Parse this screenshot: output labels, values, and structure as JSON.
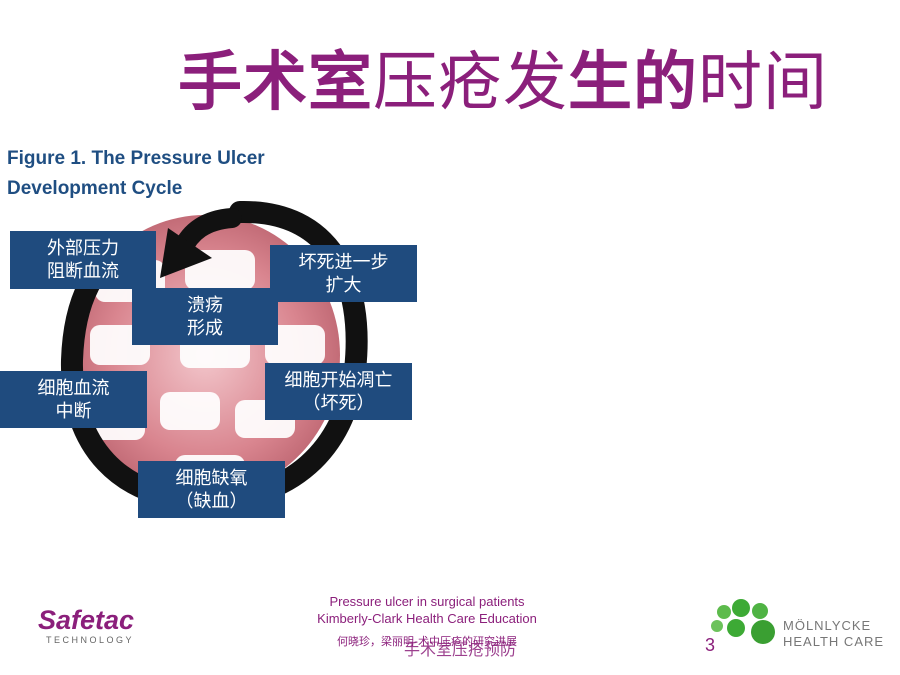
{
  "title": {
    "parts": [
      {
        "text": "手术室",
        "bold": true
      },
      {
        "text": "压疮发",
        "bold": false
      },
      {
        "text": "生的",
        "bold": true
      },
      {
        "text": "时间",
        "bold": false
      }
    ]
  },
  "figure": {
    "caption_line1": "Figure 1. The Pressure Ulcer",
    "caption_line2": "Development Cycle"
  },
  "cycle_steps": [
    {
      "line1": "外部压力",
      "line2": "阻断血流"
    },
    {
      "line1": "坏死进一步",
      "line2": "扩大"
    },
    {
      "line1": "溃疡",
      "line2": "形成"
    },
    {
      "line1": "细胞血流",
      "line2": "中断"
    },
    {
      "line1": "细胞开始凋亡",
      "line2": "（坏死）"
    },
    {
      "line1": "细胞缺氧",
      "line2": "（缺血）"
    }
  ],
  "footer": {
    "line1": "Pressure ulcer in surgical patients",
    "line2": "Kimberly-Clark Health Care Education",
    "authors": "何晓珍，梁丽明-术中压疮的研究进展",
    "topic": "手术室压疮预防",
    "page": "3"
  },
  "logos": {
    "safetac_word": "Safetac",
    "safetac_sub": "TECHNOLOGY",
    "molnlycke_line1": "MÖLNLYCKE",
    "molnlycke_line2": "HEALTH CARE"
  },
  "colors": {
    "title": "#8B1F7B",
    "caption": "#1F4E82",
    "box": "#1F4B7E",
    "tissue": "#D9858F",
    "arrow": "#111111",
    "molnlycke_green": "#3DAA35"
  }
}
